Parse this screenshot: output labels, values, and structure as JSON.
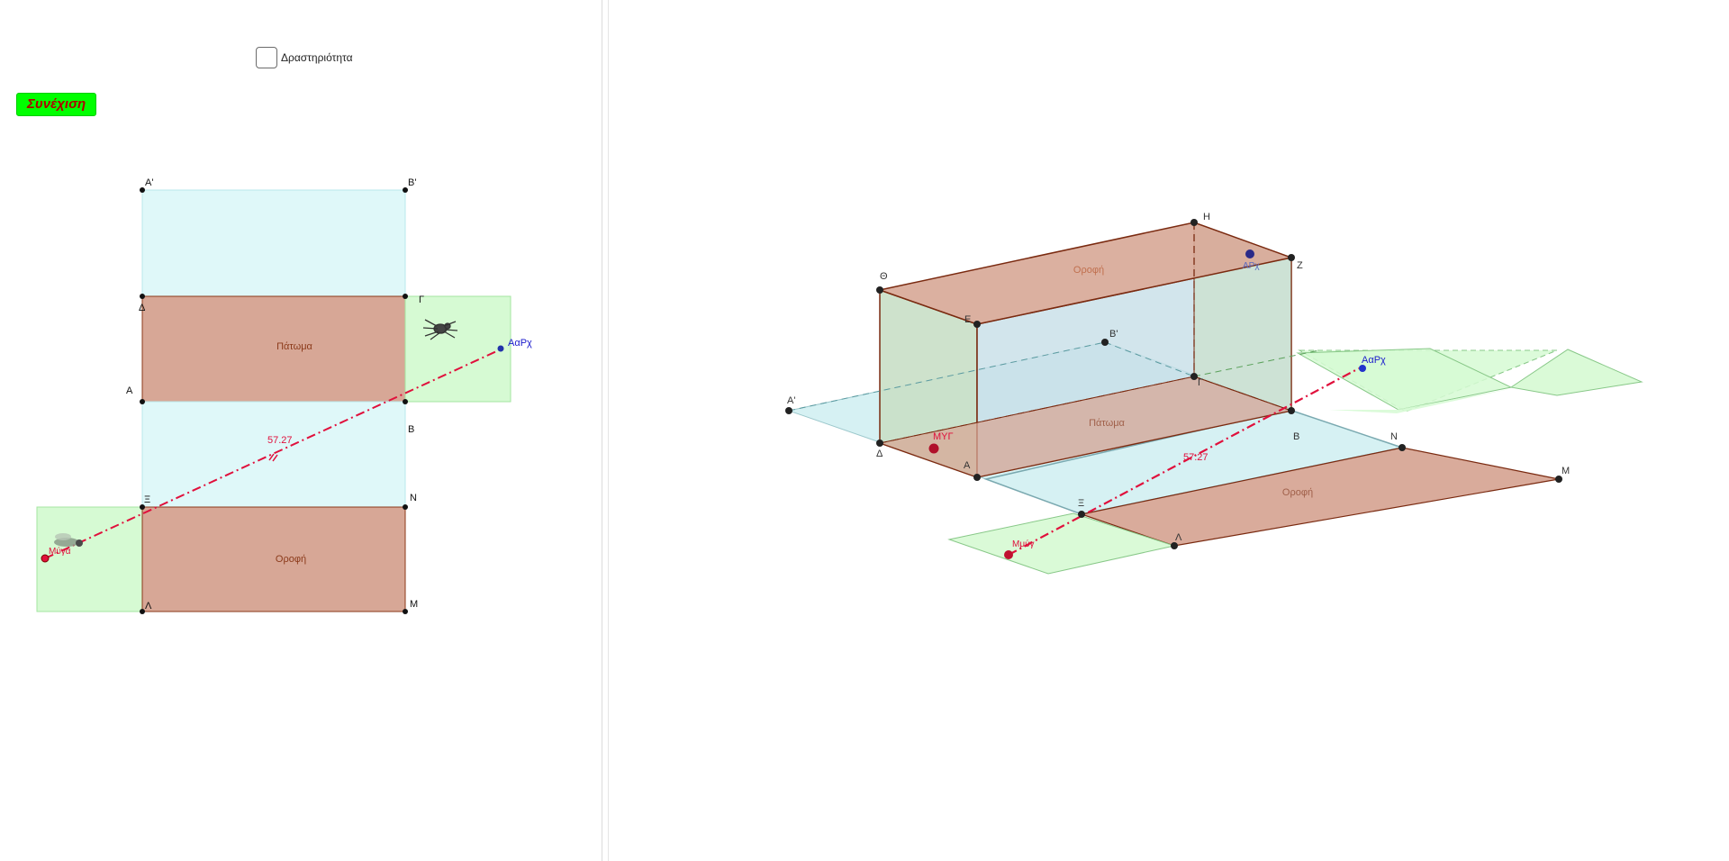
{
  "controls": {
    "activity_label": "Δραστηριότητα",
    "continue_label": "Συνέχιση"
  },
  "net2d": {
    "labels": {
      "A_prime": "A'",
      "B_prime": "B'",
      "Delta": "Δ",
      "Gamma": "Γ",
      "A": "A",
      "B": "B",
      "Xi": "Ξ",
      "N": "N",
      "Lambda": "Λ",
      "M": "M",
      "floor": "Πάτωμα",
      "ceiling": "Οροφή",
      "spider": "ΑαΡχ",
      "fly": "Μύγα",
      "distance": "57.27"
    }
  },
  "box3d": {
    "labels": {
      "Theta": "Θ",
      "H": "H",
      "Z": "Z",
      "E": "E",
      "B_prime": "B'",
      "Gamma": "Γ",
      "A_prime": "A'",
      "Delta": "Δ",
      "A": "A",
      "B": "B",
      "N": "N",
      "M": "M",
      "Xi": "Ξ",
      "Lambda": "Λ",
      "ceiling_top": "Οροφή",
      "floor": "Πάτωμα",
      "ceiling_unfolded": "Οροφή",
      "spider_top": "ΑΡχ",
      "spider": "ΑαΡχ",
      "fly_box": "ΜΥΓ",
      "fly": "Μμύγ",
      "distance": "57.27"
    }
  },
  "colors": {
    "button_bg": "#00ff00",
    "button_text": "#b00000",
    "brown_face": "#d7a796",
    "cyan_face": "#dff8f9",
    "green_face": "#d6fad3",
    "path_red": "#e0103c",
    "spider_blue": "#1a1acc"
  }
}
